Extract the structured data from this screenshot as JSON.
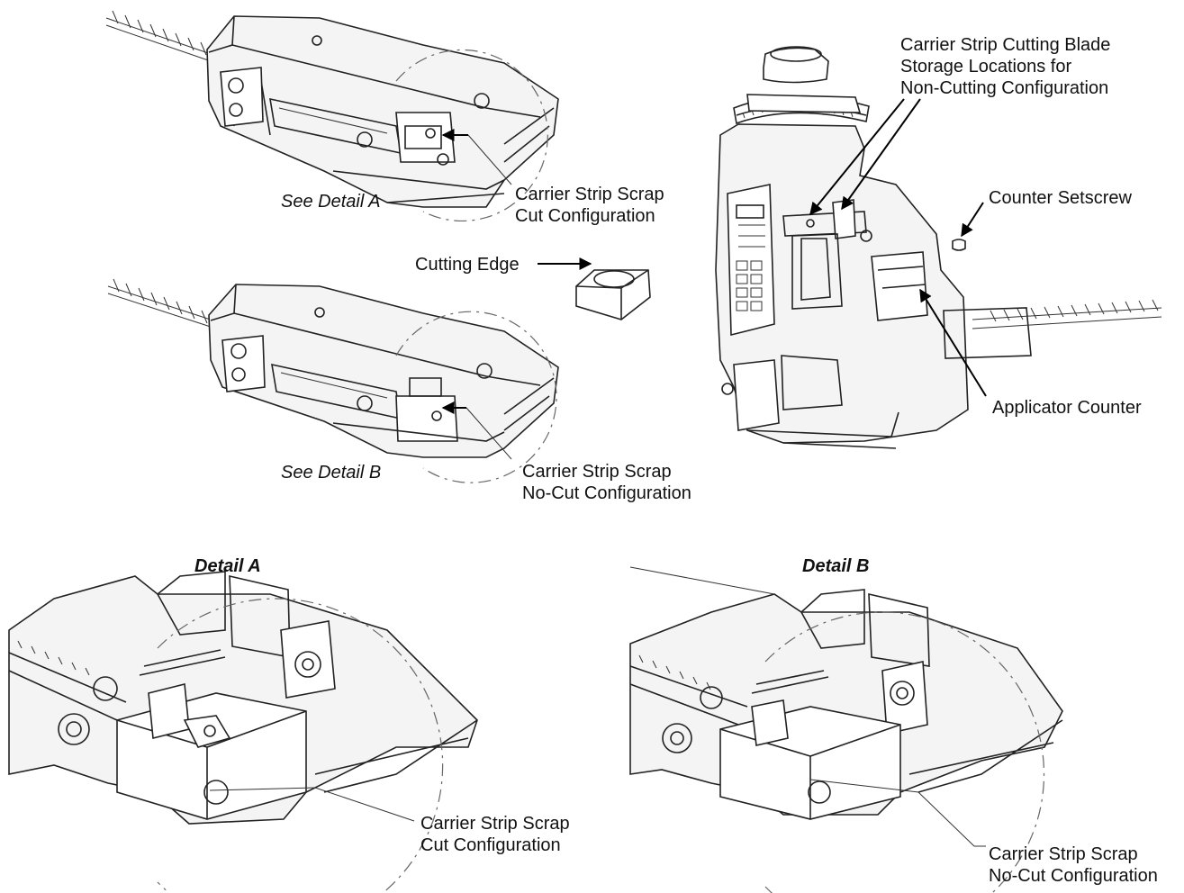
{
  "labels": {
    "see_detail_a": "See Detail A",
    "see_detail_b": "See Detail B",
    "cut_config_top": "Carrier Strip Scrap\nCut Configuration",
    "nocut_config_top": "Carrier Strip Scrap\nNo-Cut Configuration",
    "cutting_edge": "Cutting Edge",
    "blade_storage": "Carrier Strip Cutting Blade\nStorage Locations for\nNon-Cutting Configuration",
    "counter_setscrew": "Counter Setscrew",
    "applicator_counter": "Applicator Counter",
    "detail_a_title": "Detail A",
    "detail_b_title": "Detail B",
    "cut_config_detail": "Carrier Strip Scrap\nCut Configuration",
    "nocut_config_detail": "Carrier Strip Scrap\nNo-Cut Configuration"
  }
}
